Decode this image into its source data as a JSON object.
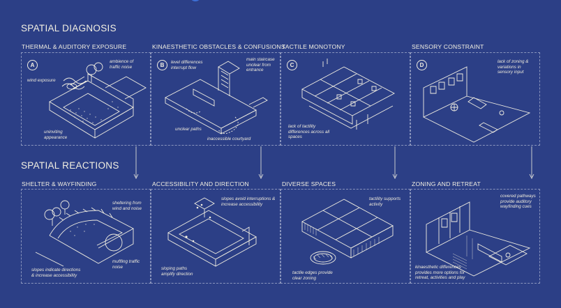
{
  "diagnosis": {
    "title": "SPATIAL DIAGNOSIS",
    "panels": [
      {
        "caption": "THERMAL & AUDITORY EXPOSURE",
        "badge": "A",
        "notes": [
          "ambience of\ntraffic noise",
          "wind exposure",
          "uninviting\nappearance"
        ]
      },
      {
        "caption": "KINAESTHETIC OBSTACLES & CONFUSIONS",
        "badge": "B",
        "notes": [
          "level differences\ninterrupt flow",
          "main staircase\nunclear from\nentrance",
          "unclear paths",
          "inaccessible courtyard"
        ]
      },
      {
        "caption": "TACTILE MONOTONY",
        "badge": "C",
        "notes": [
          "lack of tactility\ndifferences across all\nspaces"
        ]
      },
      {
        "caption": "SENSORY CONSTRAINT",
        "badge": "D",
        "notes": [
          "lack of zoning &\nvariations in\nsensory input"
        ]
      }
    ]
  },
  "reactions": {
    "title": "SPATIAL REACTIONS",
    "panels": [
      {
        "caption": "SHELTER & WAYFINDING",
        "notes": [
          "sheltering from\nwind and noise",
          "slopes indicate directions\n& increase accessibility",
          "muffling traffic\nnoise"
        ]
      },
      {
        "caption": "ACCESSIBILITY AND DIRECTION",
        "notes": [
          "slopes avoid interruptions &\nincrease accessibility",
          "sloping paths\namplify direction"
        ]
      },
      {
        "caption": "DIVERSE SPACES",
        "notes": [
          "tactility supports\nactivity",
          "tactile edges provide\nclear zoning"
        ]
      },
      {
        "caption": "ZONING AND RETREAT",
        "notes": [
          "covered pathways\nprovide auditory\nwayfinding cues",
          "kinaesthetic differences\nprovides more options for\nretreat, activities and play"
        ]
      }
    ]
  },
  "colors": {
    "background": "#2c3f86",
    "ink": "#f2efe2"
  }
}
